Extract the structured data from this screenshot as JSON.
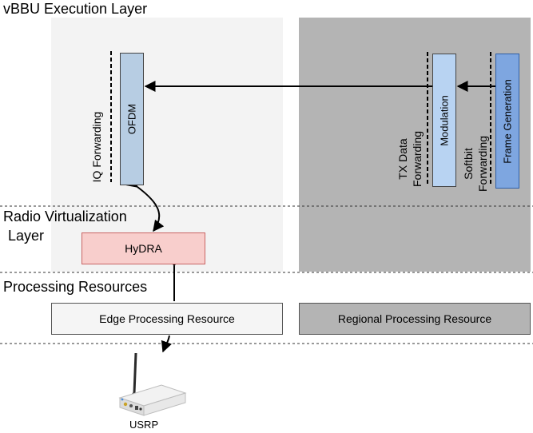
{
  "layers": {
    "vbbu_execution": "vBBU Execution Layer",
    "radio_virtualization_line1": "Radio Virtualization",
    "radio_virtualization_line2": "Layer",
    "processing_resources": "Processing Resources"
  },
  "blocks": {
    "ofdm": "OFDM",
    "modulation": "Modulation",
    "frame_generation": "Frame Generation",
    "hydra": "HyDRA"
  },
  "interfaces": {
    "iq_forwarding": "IQ Forwarding",
    "tx_data_forwarding": "TX Data\nForwarding",
    "softbit_forwarding": "Softbit\nForwarding"
  },
  "resources": {
    "edge": "Edge Processing Resource",
    "regional": "Regional Processing Resource"
  },
  "device": {
    "usrp": "USRP",
    "icon": "usrp-radio-icon"
  },
  "colors": {
    "edge_panel": "#f3f3f3",
    "regional_panel": "#b4b4b4",
    "ofdm_fill": "#b7cde3",
    "modulation_fill": "#b8d3f2",
    "frame_fill": "#7ea6e0",
    "hydra_fill": "#f8cecc"
  }
}
